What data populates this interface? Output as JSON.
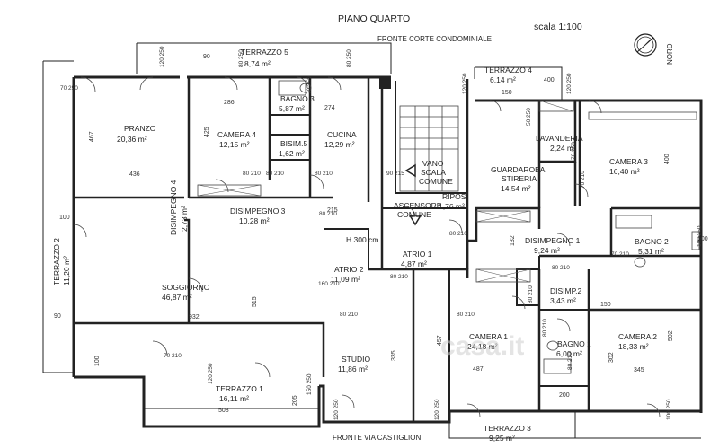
{
  "header": {
    "title": "PIANO QUARTO",
    "scale": "scala 1:100",
    "front_top": "FRONTE CORTE CONDOMINIALE",
    "front_bottom": "FRONTE VIA CASTIGLIONI",
    "height": "H 300 cm",
    "north": "NORD"
  },
  "rooms": [
    {
      "id": "terrazzo5",
      "name": "TERRAZZO 5",
      "area": "8,74 m²"
    },
    {
      "id": "terrazzo4",
      "name": "TERRAZZO 4",
      "area": "6,14 m²"
    },
    {
      "id": "pranzo",
      "name": "PRANZO",
      "area": "20,36 m²"
    },
    {
      "id": "camera4",
      "name": "CAMERA 4",
      "area": "12,15 m²"
    },
    {
      "id": "bagno3",
      "name": "BAGNO 3",
      "area": "5,87 m²"
    },
    {
      "id": "bisim5",
      "name": "BISIM.5",
      "area": "1,62 m²"
    },
    {
      "id": "cucina",
      "name": "CUCINA",
      "area": "12,29 m²"
    },
    {
      "id": "vano",
      "name": "VANO SCALA COMUNE",
      "area": ""
    },
    {
      "id": "lavanderia",
      "name": "LAVANDERIA",
      "area": "2,24 m²"
    },
    {
      "id": "camera3",
      "name": "CAMERA 3",
      "area": "16,40 m²"
    },
    {
      "id": "guardaroba",
      "name": "GUARDAROBA STIRERIA",
      "area": "14,54 m²"
    },
    {
      "id": "disimpegno4",
      "name": "DISIMPEGNO 4",
      "area": "2,73 m²"
    },
    {
      "id": "disimpegno3",
      "name": "DISIMPEGNO 3",
      "area": "10,28 m²"
    },
    {
      "id": "ascensore",
      "name": "ASCENSORE COMUNE",
      "area": ""
    },
    {
      "id": "ripos",
      "name": "RIPOS.",
      "area": "1,76 m²"
    },
    {
      "id": "disimpegno1",
      "name": "DISIMPEGNO 1",
      "area": "9,24 m²"
    },
    {
      "id": "bagno2",
      "name": "BAGNO 2",
      "area": "5,31 m²"
    },
    {
      "id": "terrazzo2",
      "name": "TERRAZZO 2",
      "area": "11,20 m²"
    },
    {
      "id": "atrio1",
      "name": "ATRIO 1",
      "area": "4,87 m²"
    },
    {
      "id": "atrio2",
      "name": "ATRIO 2",
      "area": "11,09 m²"
    },
    {
      "id": "soggiorno",
      "name": "SOGGIORNO",
      "area": "46,87 m²"
    },
    {
      "id": "disimp2",
      "name": "DISIMP.2",
      "area": "3,43 m²"
    },
    {
      "id": "camera1",
      "name": "CAMERA 1",
      "area": "24,18 m²"
    },
    {
      "id": "camera2",
      "name": "CAMERA 2",
      "area": "18,33 m²"
    },
    {
      "id": "bagno1",
      "name": "BAGNO 1",
      "area": "6,00 m²"
    },
    {
      "id": "studio",
      "name": "STUDIO",
      "area": "11,86 m²"
    },
    {
      "id": "terrazzo1",
      "name": "TERRAZZO 1",
      "area": "16,11 m²"
    },
    {
      "id": "terrazzo3",
      "name": "TERRAZZO 3",
      "area": "9,25 m²"
    }
  ],
  "dimensions": {
    "d90a": "90",
    "d150a": "150",
    "d400a": "400",
    "d286": "286",
    "d274": "274",
    "d467": "467",
    "d425": "425",
    "d436": "436",
    "d215": "215",
    "d132": "132",
    "d100a": "100",
    "d100b": "100",
    "d932": "932",
    "d515": "515",
    "d90b": "90",
    "d100c": "100",
    "d335": "335",
    "d457": "457",
    "d487": "487",
    "d150b": "150",
    "d302": "302",
    "d502": "502",
    "d345": "345",
    "d508": "508",
    "d205": "205",
    "d200": "200",
    "d400b": "400"
  },
  "doors": [
    "120 250",
    "80 250",
    "80 250",
    "70 250",
    "120 250",
    "120 250",
    "70 250",
    "50 250",
    "70 250",
    "80 210",
    "80 210",
    "80 210",
    "90 215",
    "80 210",
    "80 210",
    "70 210",
    "80 210",
    "100 250",
    "80 210",
    "70 210",
    "80 210",
    "80 210",
    "160 210",
    "80 210",
    "70 210",
    "80 210",
    "80 210",
    "120 250",
    "150 250",
    "120 250",
    "120 250",
    "100 250"
  ],
  "watermark": "casa.it"
}
